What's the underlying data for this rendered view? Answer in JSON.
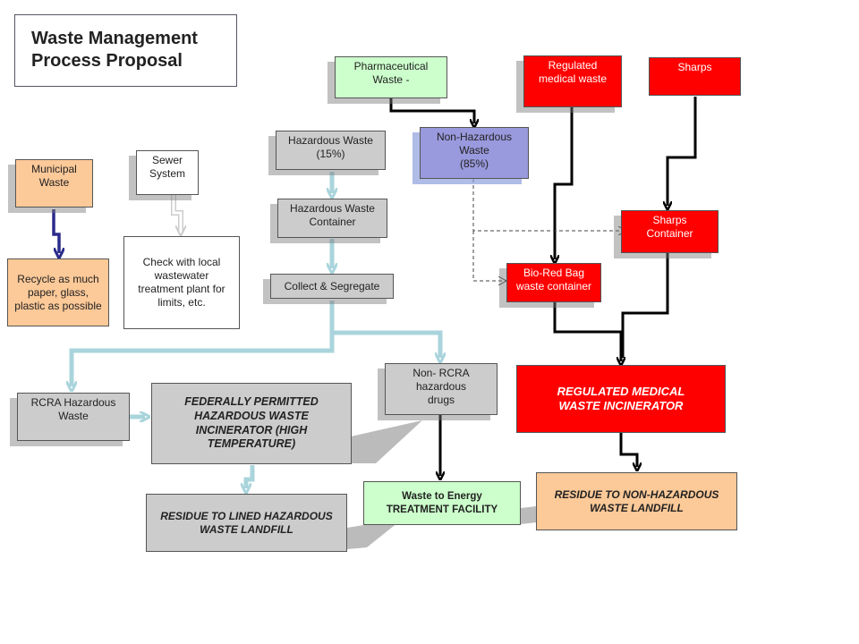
{
  "title": "Waste Management\nProcess Proposal",
  "nodes": {
    "pharmaceutical": "Pharmaceutical\nWaste  -",
    "hazardous": "Hazardous Waste\n(15%)",
    "non_hazardous": "Non-Hazardous\nWaste\n(85%)",
    "hazardous_container": "Hazardous Waste\nContainer",
    "collect": "Collect & Segregate",
    "regulated": "Regulated\nmedical  waste",
    "sharps": "Sharps",
    "sharps_container": "Sharps\nContainer",
    "bio_red_bag": "Bio-Red Bag\nwaste container",
    "municipal": "Municipal\nWaste",
    "sewer": "Sewer\nSystem",
    "recycle": "Recycle as much\npaper, glass,\nplastic as possible",
    "check_local": "Check with local\nwastewater\ntreatment plant for\nlimits, etc.",
    "rcra": "RCRA Hazardous\nWaste",
    "federal": "FEDERALLY PERMITTED\nHAZARDOUS WASTE\nINCINERATOR (HIGH\nTEMPERATURE)",
    "non_rcra": "Non- RCRA\nhazardous\ndrugs",
    "rmwi": "REGULATED MEDICAL\nWASTE INCINERATOR",
    "waste_energy": "Waste to Energy\nTREATMENT FACILITY",
    "residue_nonhaz": "RESIDUE TO NON-HAZARDOUS\nWASTE LANDFILL",
    "residue_lined": "RESIDUE TO LINED HAZARDOUS\nWASTE LANDFILL"
  },
  "colors": {
    "green": "#ccffcc",
    "grey": "#cccccc",
    "purple": "#9999dd",
    "red": "#ff0000",
    "orange": "#fcc998",
    "light_blue_connector": "#aad4dc",
    "navy_connector": "#2b2b8c",
    "black_connector": "#000000"
  }
}
